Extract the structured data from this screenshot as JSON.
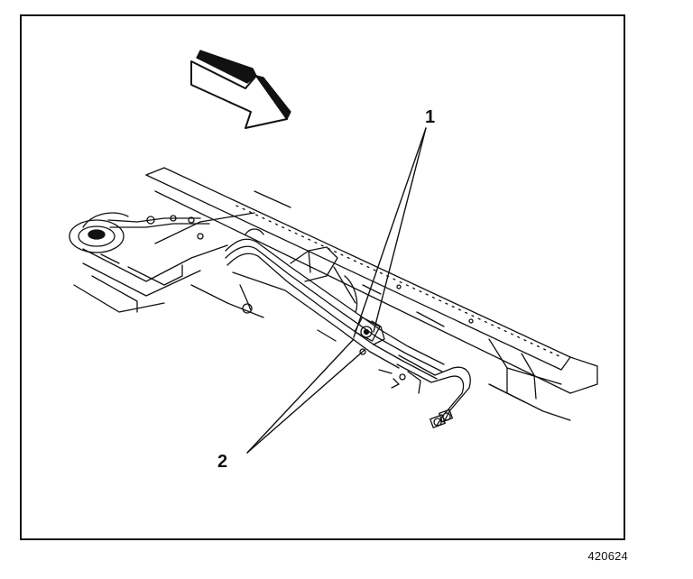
{
  "callouts": {
    "one": "1",
    "two": "2"
  },
  "figure_id": "420624",
  "icons": {
    "direction": "forward-arrow-icon"
  },
  "colors": {
    "ink": "#111111",
    "paper": "#ffffff"
  }
}
